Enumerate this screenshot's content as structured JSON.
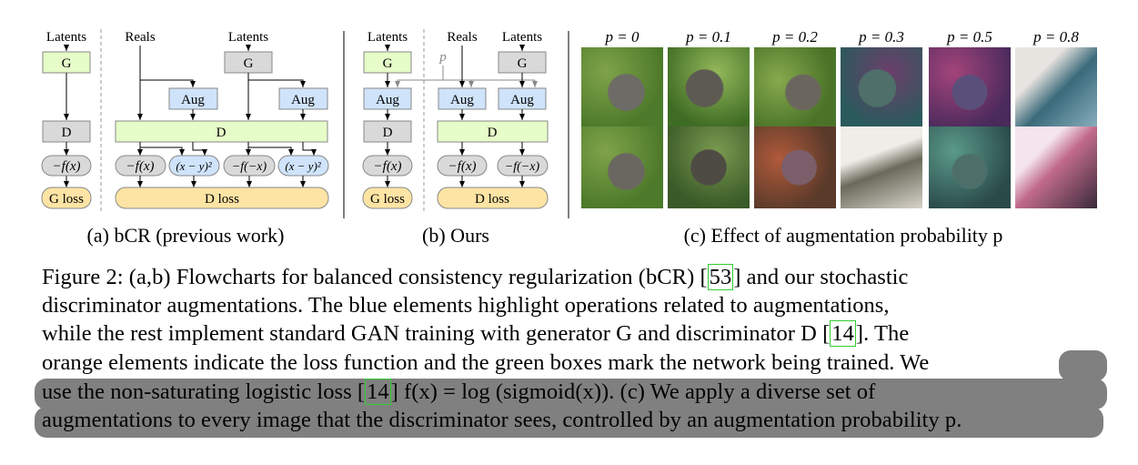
{
  "figure": {
    "panel_a": {
      "labels": {
        "latents": "Latents",
        "reals": "Reals",
        "latents2": "Latents",
        "g": "G",
        "g2": "G",
        "aug1": "Aug",
        "aug2": "Aug",
        "d_left": "D",
        "d_main": "D",
        "neg_fx_left": "−f(x)",
        "neg_fx": "−f(x)",
        "xy2_a": "(x − y)²",
        "neg_f_negx": "−f(−x)",
        "xy2_b": "(x − y)²",
        "g_loss": "G loss",
        "d_loss": "D loss"
      },
      "caption": "(a) bCR (previous work)"
    },
    "panel_b": {
      "labels": {
        "latents": "Latents",
        "reals": "Reals",
        "latents2": "Latents",
        "p": "p",
        "g": "G",
        "g2": "G",
        "aug_left": "Aug",
        "aug_mid": "Aug",
        "aug_right": "Aug",
        "d_left": "D",
        "d_main": "D",
        "neg_fx_left": "−f(x)",
        "neg_fx": "−f(x)",
        "neg_f_negx": "−f(−x)",
        "g_loss": "G loss",
        "d_loss": "D loss"
      },
      "caption": "(b) Ours"
    },
    "panel_c": {
      "columns": [
        "p = 0",
        "p = 0.1",
        "p = 0.2",
        "p = 0.3",
        "p = 0.5",
        "p = 0.8"
      ],
      "caption": "(c) Effect of augmentation probability p"
    },
    "colors": {
      "green": "#e6fcc9",
      "blue": "#cfe3fb",
      "gray": "#d9d9d9",
      "orange": "#fde4a4",
      "selection": "#808080"
    }
  },
  "caption": {
    "lines": [
      [
        "Figure 2: (a,b) Flowcharts for balanced consistency regularization (bCR) [",
        "53",
        "] and our stochastic"
      ],
      [
        "discriminator augmentations.  The blue elements highlight operations related to augmentations,"
      ],
      [
        "while the rest implement standard GAN training with generator G and discriminator D [",
        "14",
        "]. The"
      ],
      [
        "orange elements indicate the loss function and the green boxes mark the network being trained. We"
      ],
      [
        "use the non-saturating logistic loss [",
        "14",
        "] f(x) = log (sigmoid(x)).  (c) We apply a diverse set of"
      ],
      [
        "augmentations to every image that the discriminator sees, controlled by an augmentation probability p."
      ]
    ]
  }
}
